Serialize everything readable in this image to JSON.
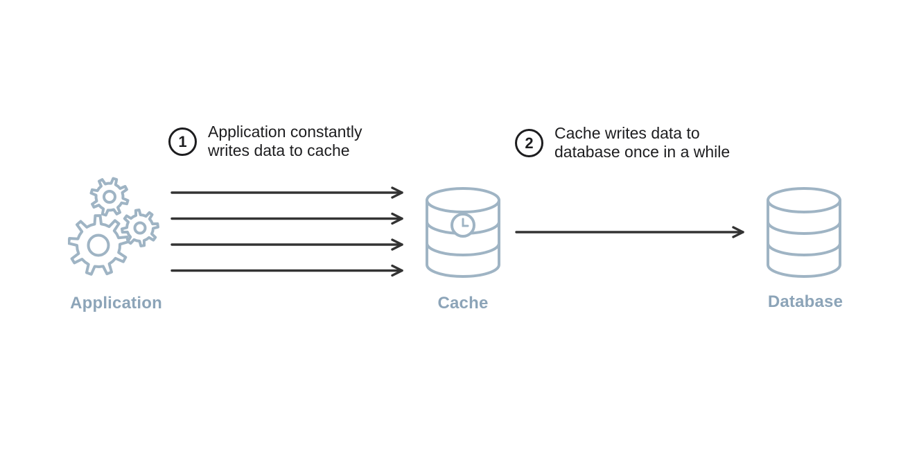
{
  "diagram": {
    "kind": "cache-write-back-flow-diagram",
    "colors": {
      "accent": "#9FB4C4",
      "label": "#8CA4B8",
      "dark": "#1D1D1F",
      "arrow": "#333333",
      "background": "#FFFFFF"
    },
    "nodes": {
      "application": {
        "label": "Application",
        "icon": "gears-icon"
      },
      "cache": {
        "label": "Cache",
        "icon": "database-clock-icon"
      },
      "database": {
        "label": "Database",
        "icon": "database-icon"
      }
    },
    "steps": [
      {
        "number": "1",
        "line1": "Application constantly",
        "line2": "writes data to cache"
      },
      {
        "number": "2",
        "line1": "Cache writes data to",
        "line2": "database once in a while"
      }
    ],
    "edges": [
      {
        "from": "application",
        "to": "cache",
        "arrow_count": 4,
        "step": "1"
      },
      {
        "from": "cache",
        "to": "database",
        "arrow_count": 1,
        "step": "2"
      }
    ]
  }
}
